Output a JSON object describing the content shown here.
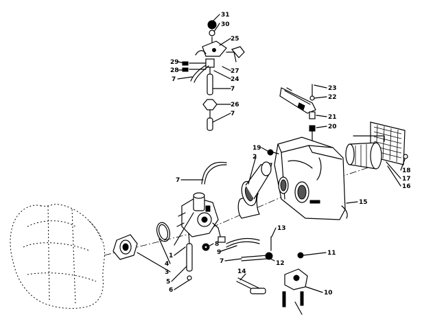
{
  "callouts": {
    "n1": "1",
    "n2": "2",
    "n3": "3",
    "n4": "4",
    "n5": "5",
    "n6": "6",
    "n7a": "7",
    "n7b": "7",
    "n7c": "7",
    "n7d": "7",
    "n7e": "7",
    "n8": "8",
    "n9": "9",
    "n10": "10",
    "n11": "11",
    "n12": "12",
    "n13": "13",
    "n14": "14",
    "n15": "15",
    "n16": "16",
    "n17": "17",
    "n18": "18",
    "n19": "19",
    "n20": "20",
    "n21": "21",
    "n22": "22",
    "n23": "23",
    "n24": "24",
    "n25": "25",
    "n26": "26",
    "n27": "27",
    "n28": "28",
    "n29": "29",
    "n30": "30",
    "n31": "31"
  }
}
